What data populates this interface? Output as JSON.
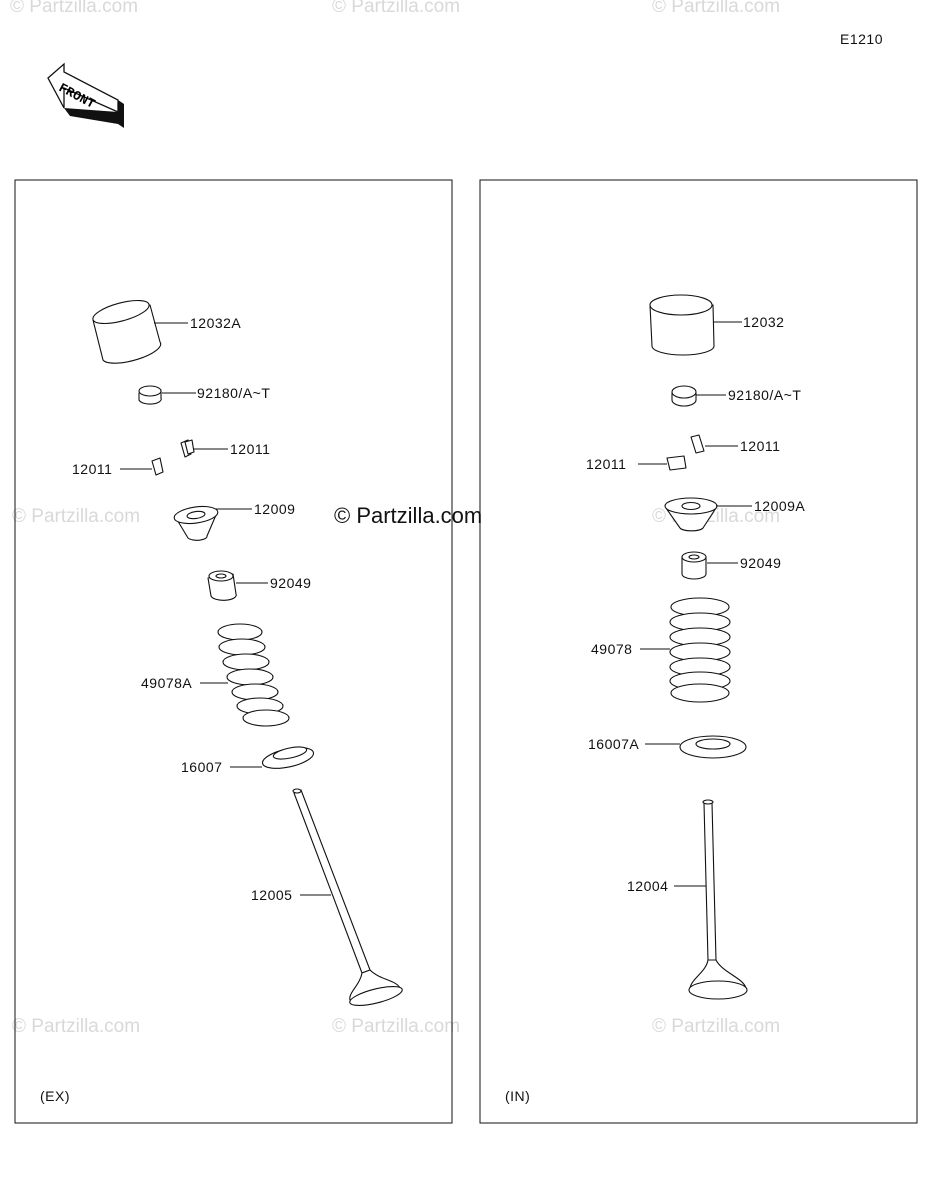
{
  "diagram_code": "E1210",
  "front_label": "FRONT",
  "brand": "© Partzilla.com",
  "watermark": "© Partzilla.com",
  "panels": {
    "exhaust": {
      "tag": "(EX)",
      "parts": [
        "12032A",
        "92180/A~T",
        "12011",
        "12011",
        "12009",
        "92049",
        "49078A",
        "16007",
        "12005"
      ]
    },
    "intake": {
      "tag": "(IN)",
      "parts": [
        "12032",
        "92180/A~T",
        "12011",
        "12011",
        "12009A",
        "92049",
        "49078",
        "16007A",
        "12004"
      ]
    }
  }
}
